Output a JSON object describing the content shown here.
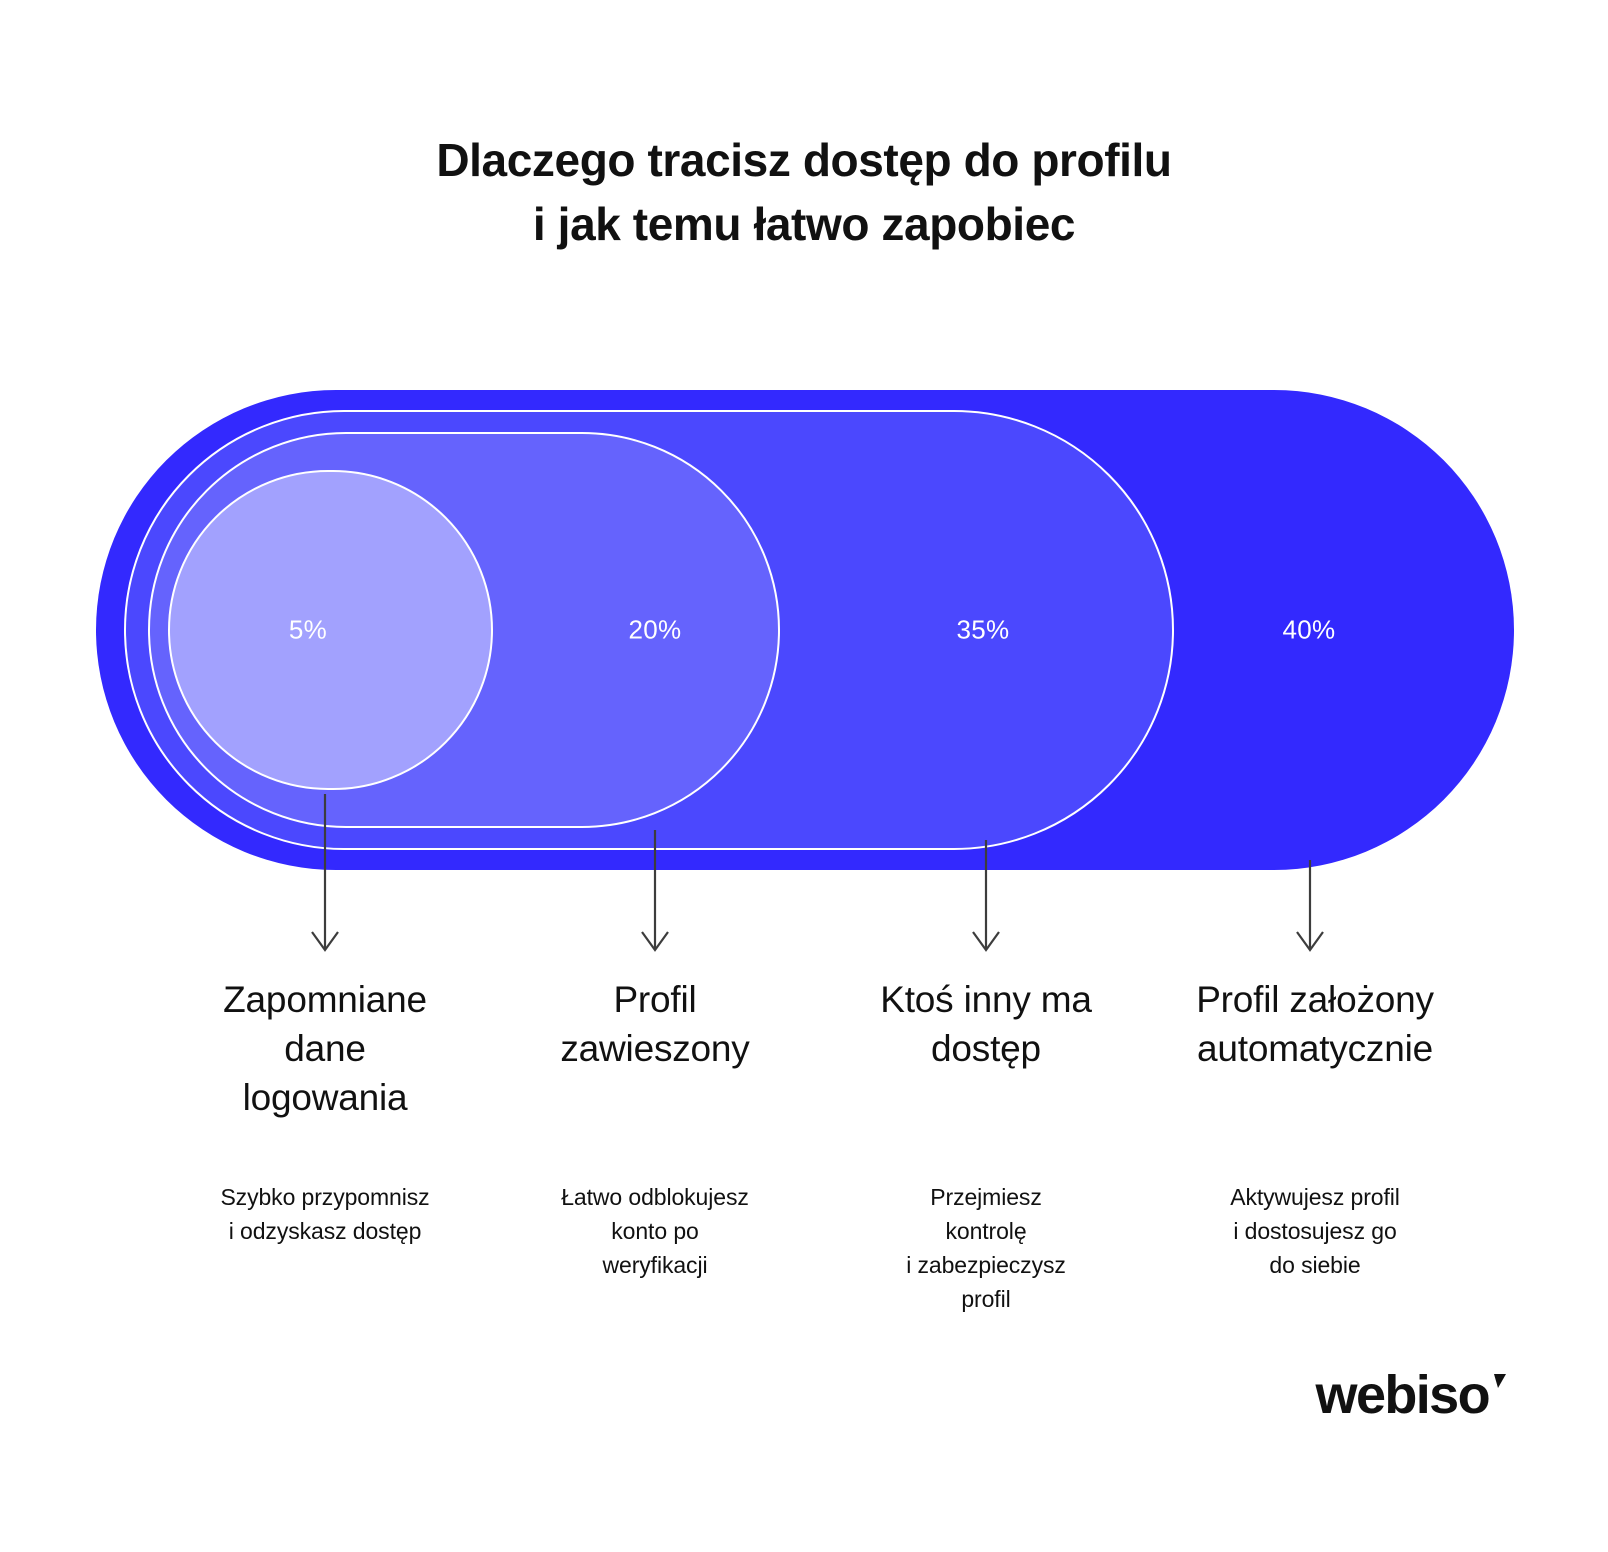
{
  "title": {
    "line1": "Dlaczego tracisz dostęp do profilu",
    "line2": "i jak temu łatwo zapobiec"
  },
  "colors": {
    "background": "#ffffff",
    "text": "#111111",
    "outline": "#ffffff",
    "connector": "#3d3d3d",
    "ring_1": "#a2a1fe",
    "ring_2": "#6563fd",
    "ring_3": "#4b48fe",
    "ring_4": "#3329fe"
  },
  "chart_data": {
    "type": "pie",
    "title": "Dlaczego tracisz dostęp do profilu i jak temu łatwo zapobiec",
    "xlabel": "",
    "ylabel": "",
    "legend_position": "below",
    "grid": false,
    "categories": [
      "Zapomniane dane logowania",
      "Profil zawieszony",
      "Ktoś inny ma dostęp",
      "Profil założony automatycznie"
    ],
    "values": [
      5,
      20,
      35,
      40
    ],
    "value_labels": [
      "5%",
      "20%",
      "35%",
      "40%"
    ],
    "colors": [
      "#a2a1fe",
      "#6563fd",
      "#4b48fe",
      "#3329fe"
    ]
  },
  "segments": [
    {
      "percent": "5%",
      "title_line1": "Zapomniane",
      "title_line2": "dane",
      "title_line3": "logowania",
      "sub_line1": "Szybko przypomnisz",
      "sub_line2": "i odzyskasz dostęp",
      "sub_line3": "",
      "sub_line4": ""
    },
    {
      "percent": "20%",
      "title_line1": "Profil",
      "title_line2": "zawieszony",
      "title_line3": "",
      "sub_line1": "Łatwo odblokujesz",
      "sub_line2": "konto po",
      "sub_line3": "weryfikacji",
      "sub_line4": ""
    },
    {
      "percent": "35%",
      "title_line1": "Ktoś inny ma",
      "title_line2": "dostęp",
      "title_line3": "",
      "sub_line1": "Przejmiesz",
      "sub_line2": "kontrolę",
      "sub_line3": "i zabezpieczysz",
      "sub_line4": "profil"
    },
    {
      "percent": "40%",
      "title_line1": "Profil założony",
      "title_line2": "automatycznie",
      "title_line3": "",
      "sub_line1": "Aktywujesz profil",
      "sub_line2": "i dostosujesz go",
      "sub_line3": "do siebie",
      "sub_line4": ""
    }
  ],
  "logo": {
    "text": "webiso",
    "mark": "tick-mark"
  }
}
